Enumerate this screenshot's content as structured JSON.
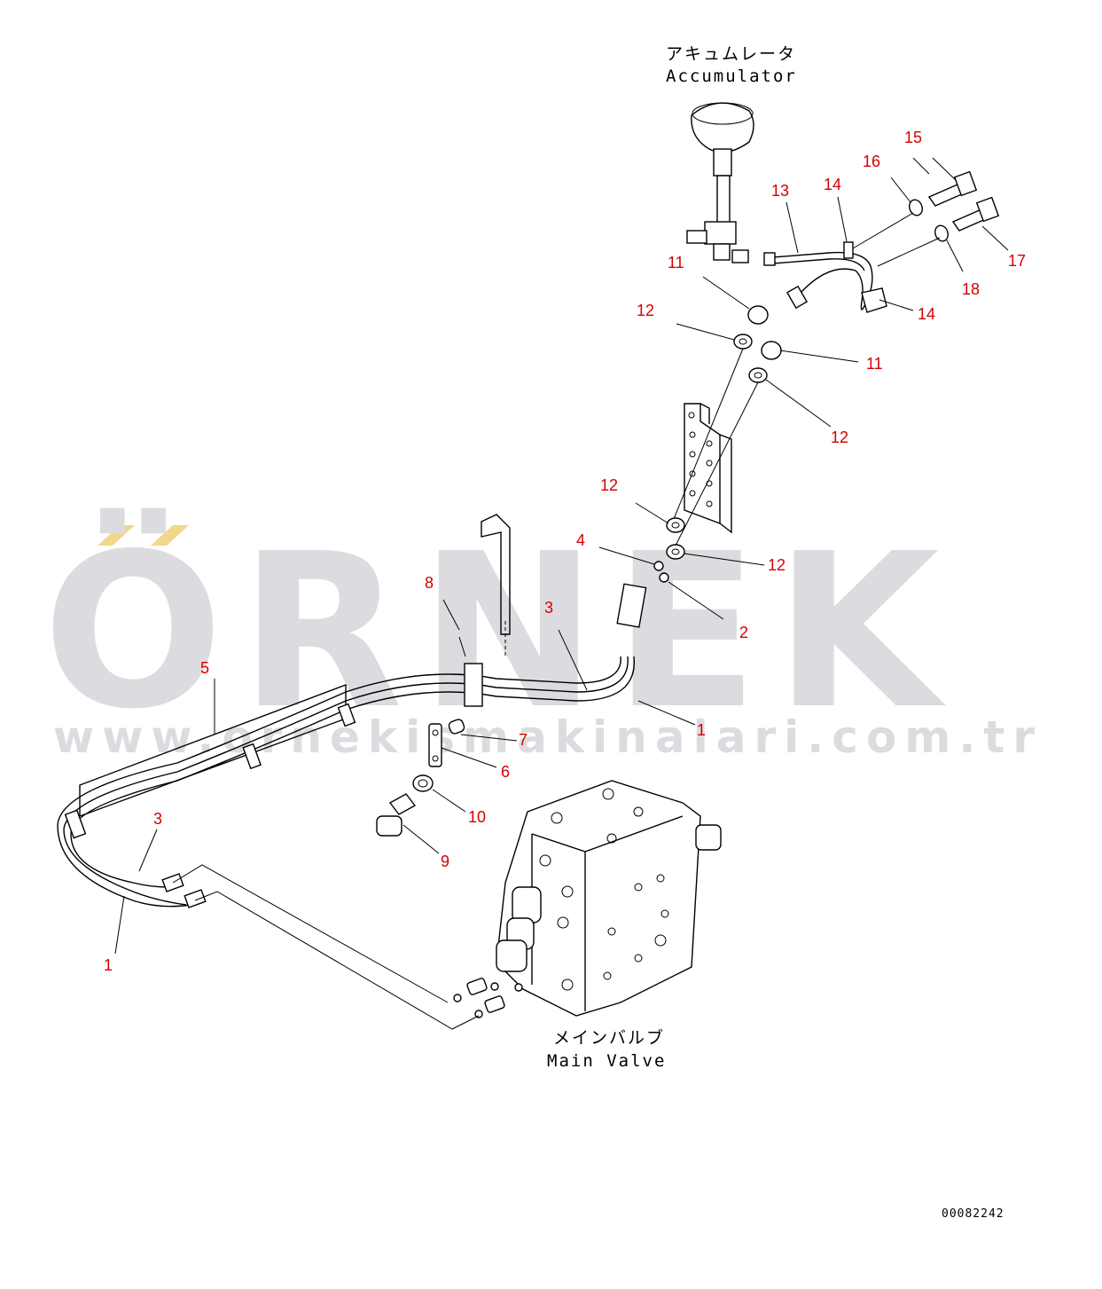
{
  "labels": {
    "accumulator_jp": "アキュムレータ",
    "accumulator_en": "Accumulator",
    "main_valve_jp": "メインバルブ",
    "main_valve_en": "Main Valve"
  },
  "watermark": {
    "brand": "ÖRNEK",
    "url": "www.ornekismakinalari.com.tr",
    "accent_color": "#f2d68a",
    "text_color": "#dcdce0"
  },
  "drawing_number": "00082242",
  "callouts": [
    "1",
    "1",
    "2",
    "3",
    "3",
    "4",
    "5",
    "6",
    "7",
    "8",
    "9",
    "10",
    "11",
    "11",
    "12",
    "12",
    "12",
    "12",
    "13",
    "14",
    "14",
    "15",
    "16",
    "17",
    "18"
  ],
  "colors": {
    "callout": "#d40000",
    "line": "#000000",
    "background": "#ffffff"
  }
}
